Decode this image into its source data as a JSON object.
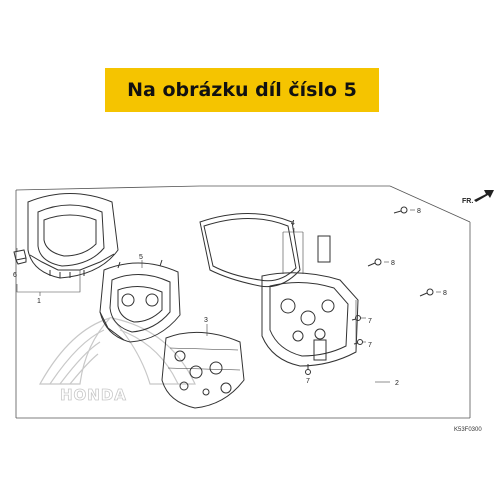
{
  "banner": {
    "text": "Na obrázku díl číslo 5"
  },
  "labels": {
    "p1": "1",
    "p2": "2",
    "p3": "3",
    "p4": "4",
    "p5": "5",
    "p6": "6",
    "p7a": "7",
    "p7b": "7",
    "p7c": "7",
    "p8a": "8",
    "p8b": "8",
    "p8c": "8"
  },
  "front_marker": "FR.",
  "watermark": "HONDA",
  "diagram_code": "K53F0300",
  "colors": {
    "banner": "#f5c400",
    "line": "#444444"
  }
}
